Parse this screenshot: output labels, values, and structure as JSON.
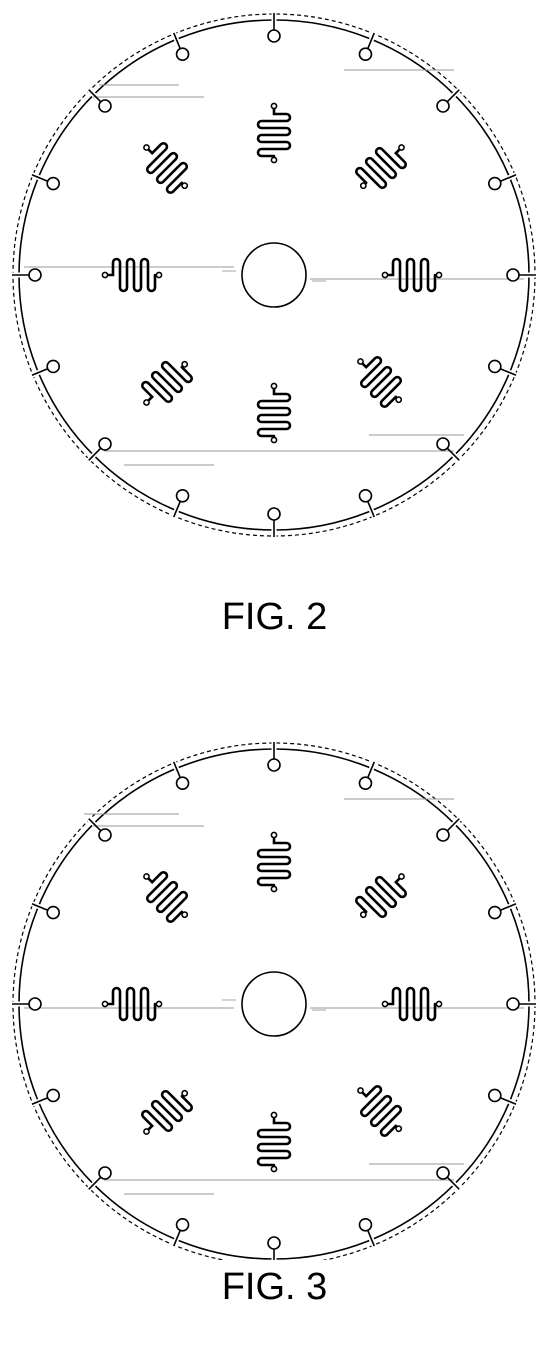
{
  "figures": [
    {
      "caption": "FIG. 2",
      "variant": "with-arbor-shading"
    },
    {
      "caption": "FIG. 3",
      "variant": "plain"
    }
  ],
  "colors": {
    "line": "#000000",
    "hatch": "#9a9a9a",
    "background": "#ffffff"
  },
  "icons": {
    "segment_gap": "keyhole-gullet-icon",
    "cooling_slot": "serpentine-slot-icon",
    "arbor": "arbor-hole-icon"
  }
}
